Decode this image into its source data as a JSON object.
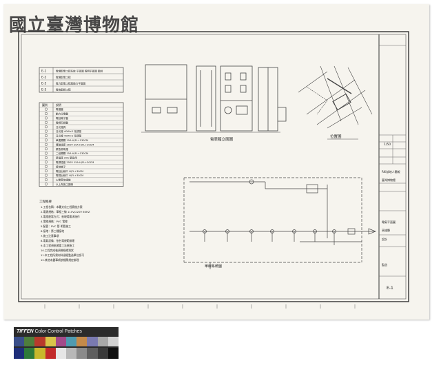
{
  "watermark": {
    "text": "國立臺灣博物館"
  },
  "calibration": {
    "brand": "TIFFEN",
    "label": "Color Control Patches",
    "top_colors": [
      "#3a4f8a",
      "#4e7e3c",
      "#b83a2c",
      "#d8c44a",
      "#a34a8a",
      "#4f9bb0",
      "#c48a4a",
      "#7a7ab0",
      "#a8a8a8",
      "#d2d2d2"
    ],
    "bottom_colors": [
      "#1e2e7a",
      "#2e7a3a",
      "#c8b82c",
      "#c22a2a",
      "#e6e6e6",
      "#b8b8b8",
      "#8a8a8a",
      "#5e5e5e",
      "#3a3a3a",
      "#101010"
    ]
  },
  "sheet": {
    "sheet_number": "E-1",
    "scale_note": "1/50",
    "title_block_lines": [
      "RKI部地人簡報",
      "臺灣博物館",
      "電氣平面圖",
      "高雄縣",
      "設計",
      "監造"
    ]
  },
  "legend_top": {
    "rows": [
      {
        "code": "E-1",
        "desc": "電燈配電工程系統 平面圖 照明平面圖 圖說"
      },
      {
        "code": "E-2",
        "desc": "電燈配電工程"
      },
      {
        "code": "E-3",
        "desc": "電力配電工程與動力平面圖"
      },
      {
        "code": "E-5",
        "desc": "電信配線工程"
      }
    ]
  },
  "legend_symbols": {
    "header": [
      "圖例",
      "說明"
    ],
    "rows": [
      "電燈盤",
      "動力分電盤",
      "電話端子盤",
      "電視天線盤",
      "日光燈具",
      "日光燈 40W×2 吸頂型",
      "日光燈 40W×1 吸頂型",
      "單連開關 15A H/FL+130CM",
      "雙聯插座 250V 20A H/FL+30CM",
      "緊急照明燈",
      "二段開關 15A H/FL+130CM",
      "單插座 20A 緊急用",
      "電源插座 250V 15A H/FL+30CM",
      "接地端子",
      "電話出線口 H/FL+30CM",
      "電視出線口 H/FL+30CM",
      "火警受信總機",
      "以上為施工圖例"
    ]
  },
  "notes": {
    "title": "工程概要",
    "lines": [
      "1.工程名稱：本署文化工程實施方案",
      "2.電源規格：單相三線 110V/220V 60HZ",
      "3.電燈配電方式：依現場需求施作",
      "4.電線規格：PVC 電線",
      "5.配管：PVC 管 明管施工",
      "6.接地：第三種接地",
      "7.施工注意事項",
      "8.電氣設備：依台電規範辦理",
      "9.本工程須依據電工法規施工",
      "10.工程完成後須做絕緣測試",
      "11.本工程所需材料須經監造單位認可",
      "12.其他未盡事項依相關規定辦理"
    ]
  },
  "labels": {
    "elevation": "電表箱立面圖",
    "location_map": "位置圖",
    "riser": "單線系統圖"
  }
}
